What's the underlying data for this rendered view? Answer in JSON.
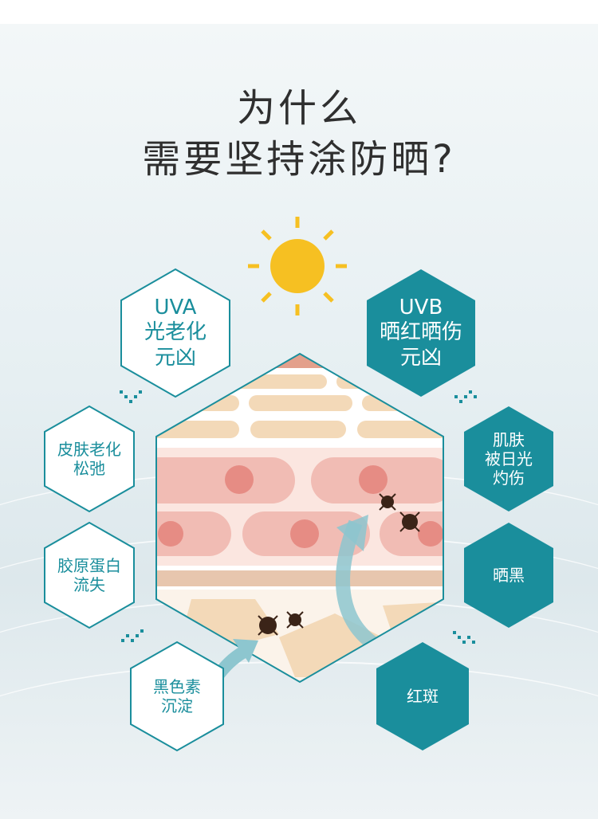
{
  "title": {
    "line1": "为什么",
    "line2": "需要坚持涂防晒?"
  },
  "colors": {
    "teal": "#1a8e9c",
    "sun": "#f6c022",
    "skin_light": "#f3d9b8",
    "skin_pink": "#f1bcb4",
    "nucleus": "#e68c84"
  },
  "icons": {
    "sun": "sun-icon",
    "pigment": "pigment-spot-icon",
    "arrow": "uv-arrow-icon"
  },
  "left_labels": [
    {
      "lines": [
        "UVA",
        "光老化",
        "元凶"
      ]
    },
    {
      "lines": [
        "皮肤老化",
        "松弛"
      ]
    },
    {
      "lines": [
        "胶原蛋白",
        "流失"
      ]
    },
    {
      "lines": [
        "黑色素",
        "沉淀"
      ]
    }
  ],
  "right_labels": [
    {
      "lines": [
        "UVB",
        "晒红晒伤",
        "元凶"
      ]
    },
    {
      "lines": [
        "肌肤",
        "被日光",
        "灼伤"
      ]
    },
    {
      "lines": [
        "晒黑"
      ]
    },
    {
      "lines": [
        "红斑"
      ]
    }
  ]
}
